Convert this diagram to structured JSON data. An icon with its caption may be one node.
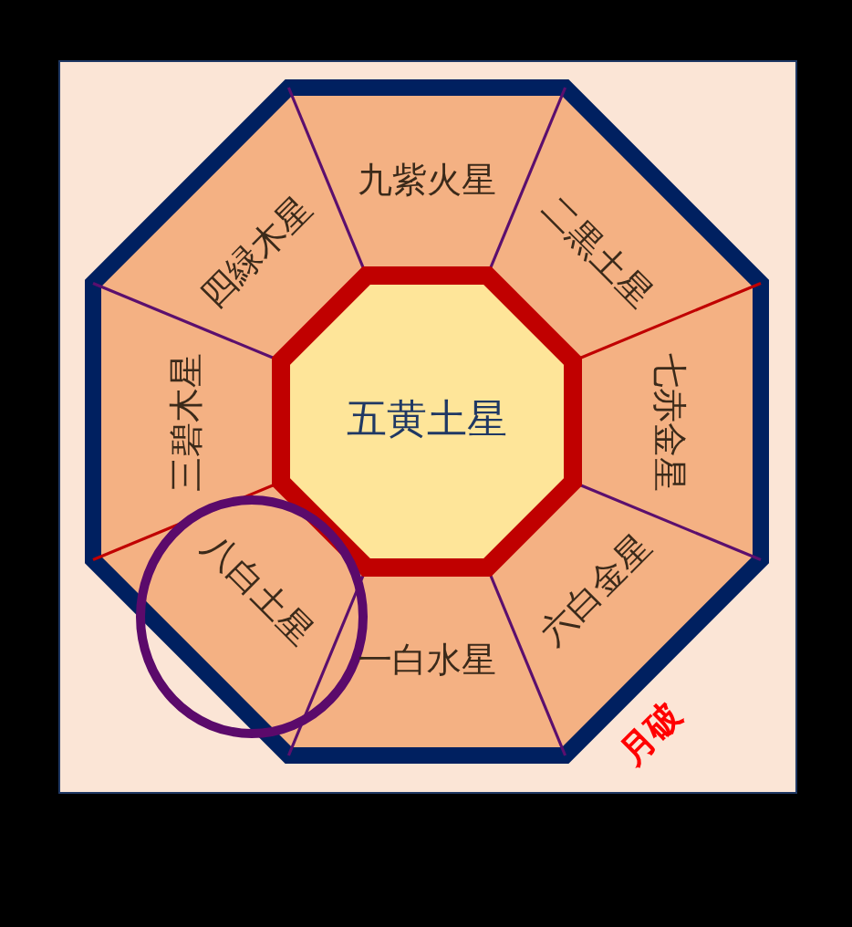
{
  "diagram": {
    "nodes": [
      {
        "text": [
          "五黄土星"
        ]
      },
      {
        "text": [
          "九紫火星"
        ]
      },
      {
        "text": [
          "四緑木星"
        ]
      },
      {
        "text": [
          "二黒土星"
        ]
      },
      {
        "text": [
          "三碧木星"
        ]
      },
      {
        "text": [
          "七赤金星"
        ]
      },
      {
        "text": [
          "八白土星"
        ]
      },
      {
        "text": [
          "六白金星"
        ]
      },
      {
        "text": [
          "一白水星"
        ]
      }
    ],
    "labels": [
      "月破"
    ]
  }
}
